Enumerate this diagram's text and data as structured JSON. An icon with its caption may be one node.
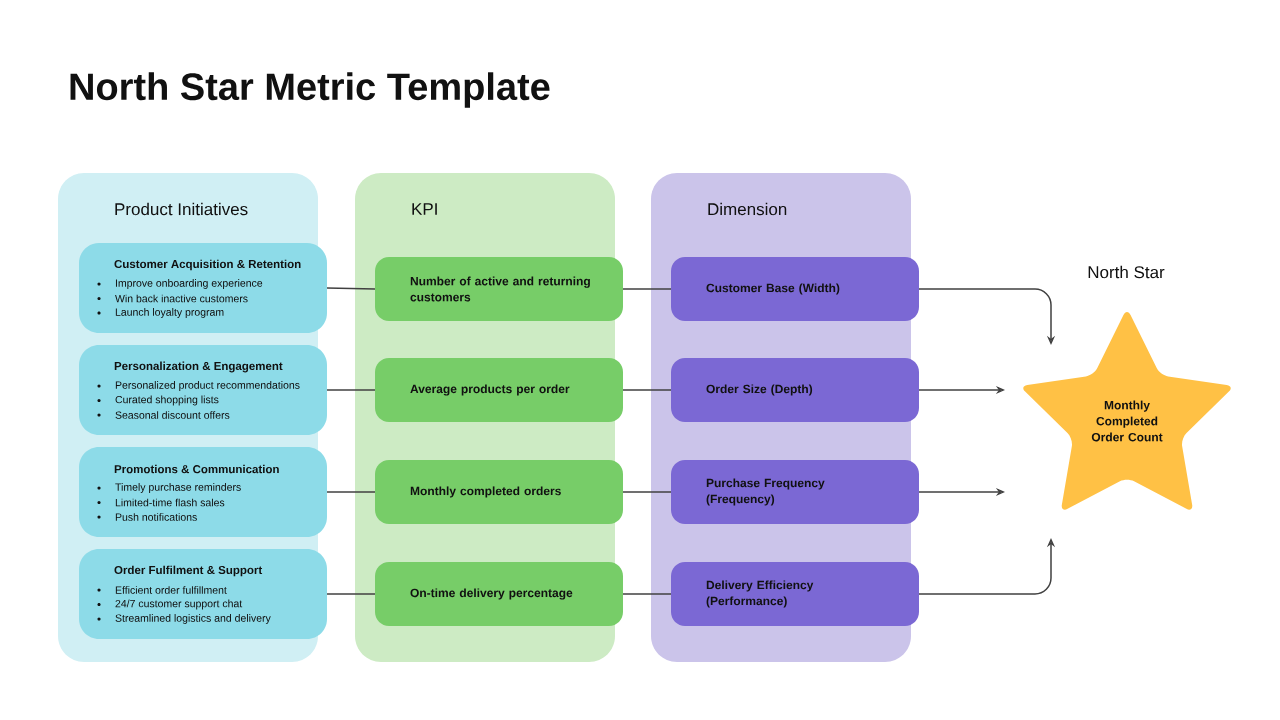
{
  "diagram": {
    "title": "North Star Metric Template",
    "nodes": [
      {
        "text": [
          "Product Initiatives"
        ]
      },
      {
        "text": [
          "Customer Acquisition & Retention",
          "Improve onboarding experience",
          "Win back inactive customers",
          "Launch loyalty program"
        ],
        "in": 0
      },
      {
        "text": [
          "Personalization & Engagement",
          "Personalized product recommendations",
          "Curated shopping lists",
          "Seasonal discount offers"
        ],
        "in": 0
      },
      {
        "text": [
          "Promotions & Communication",
          "Timely purchase reminders",
          "Limited-time flash sales",
          "Push notifications"
        ],
        "in": 0
      },
      {
        "text": [
          "Order Fulfilment & Support",
          "Efficient order fulfillment",
          "24/7 customer support chat",
          "Streamlined logistics and delivery"
        ],
        "in": 0
      },
      {
        "text": [
          "KPI"
        ]
      },
      {
        "text": [
          "Number of active and returning customers"
        ],
        "in": 5
      },
      {
        "text": [
          "Average products per order"
        ],
        "in": 5
      },
      {
        "text": [
          "Monthly completed orders"
        ],
        "in": 5
      },
      {
        "text": [
          "On-time delivery percentage"
        ],
        "in": 5
      },
      {
        "text": [
          "Dimension"
        ]
      },
      {
        "text": [
          "Customer Base (Width)"
        ],
        "in": 10
      },
      {
        "text": [
          "Order Size (Depth)"
        ],
        "in": 10
      },
      {
        "text": [
          "Purchase Frequency (Frequency)"
        ],
        "in": 10
      },
      {
        "text": [
          "Delivery Efficiency (Performance)"
        ],
        "in": 10
      },
      {
        "text": [
          "North Star",
          "Monthly Completed Order Count"
        ]
      }
    ],
    "edges": [
      {
        "from": 1,
        "to": 6,
        "arrow": "none"
      },
      {
        "from": 2,
        "to": 7,
        "arrow": "none"
      },
      {
        "from": 3,
        "to": 8,
        "arrow": "none"
      },
      {
        "from": 4,
        "to": 9,
        "arrow": "none"
      },
      {
        "from": 6,
        "to": 11,
        "arrow": "none"
      },
      {
        "from": 7,
        "to": 12,
        "arrow": "none"
      },
      {
        "from": 8,
        "to": 13,
        "arrow": "none"
      },
      {
        "from": 9,
        "to": 14,
        "arrow": "none"
      },
      {
        "from": 11,
        "to": 15,
        "arrow": "to"
      },
      {
        "from": 12,
        "to": 15,
        "arrow": "to"
      },
      {
        "from": 13,
        "to": 15,
        "arrow": "to"
      },
      {
        "from": 14,
        "to": 15,
        "arrow": "to"
      }
    ]
  }
}
